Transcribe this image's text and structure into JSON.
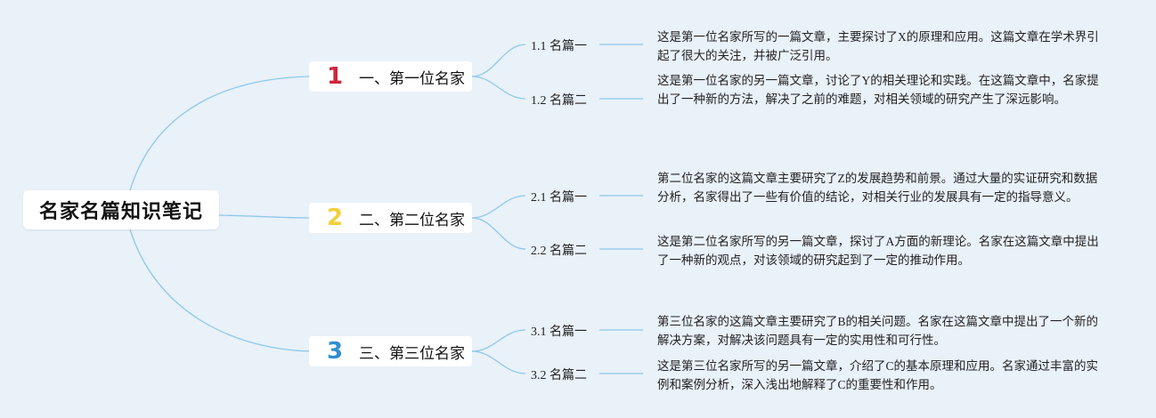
{
  "root": {
    "title": "名家名篇知识笔记"
  },
  "colors": {
    "line": "#8ec8ea",
    "num1": "#d0263c",
    "num2": "#f2cf3b",
    "num3": "#2f8fd0"
  },
  "branches": [
    {
      "num": "1",
      "label": "一、第一位名家",
      "leaves": [
        {
          "label": "1.1 名篇一",
          "note": "这是第一位名家所写的一篇文章，主要探讨了X的原理和应用。这篇文章在学术界引起了很大的关注，并被广泛引用。"
        },
        {
          "label": "1.2 名篇二",
          "note": "这是第一位名家的另一篇文章，讨论了Y的相关理论和实践。在这篇文章中，名家提出了一种新的方法，解决了之前的难题，对相关领域的研究产生了深远影响。"
        }
      ]
    },
    {
      "num": "2",
      "label": "二、第二位名家",
      "leaves": [
        {
          "label": "2.1 名篇一",
          "note": "第二位名家的这篇文章主要研究了Z的发展趋势和前景。通过大量的实证研究和数据分析，名家得出了一些有价值的结论，对相关行业的发展具有一定的指导意义。"
        },
        {
          "label": "2.2 名篇二",
          "note": "这是第二位名家所写的另一篇文章，探讨了A方面的新理论。名家在这篇文章中提出了一种新的观点，对该领域的研究起到了一定的推动作用。"
        }
      ]
    },
    {
      "num": "3",
      "label": "三、第三位名家",
      "leaves": [
        {
          "label": "3.1 名篇一",
          "note": "第三位名家的这篇文章主要研究了B的相关问题。名家在这篇文章中提出了一个新的解决方案，对解决该问题具有一定的实用性和可行性。"
        },
        {
          "label": "3.2 名篇二",
          "note": "这是第三位名家所写的另一篇文章，介绍了C的基本原理和应用。名家通过丰富的实例和案例分析，深入浅出地解释了C的重要性和作用。"
        }
      ]
    }
  ]
}
